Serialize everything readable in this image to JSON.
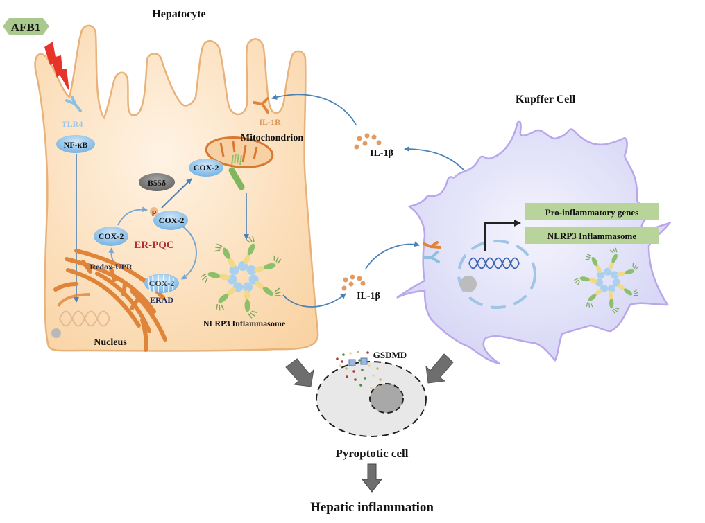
{
  "title_hepatocyte": "Hepatocyte",
  "title_kupffer": "Kupffer Cell",
  "afb1": "AFB1",
  "tlr4": "TLR4",
  "nfkb": "NF-κB",
  "il1r": "IL-1R",
  "mitochondrion": "Mitochondrion",
  "b55d": "B55δ",
  "cox2": "COX-2",
  "phospho": "p",
  "er_pqc": "ER-PQC",
  "redox_upr": "Redox-UPR",
  "erad": "ERAD",
  "nucleus": "Nucleus",
  "nlrp3_hep": "NLRP3 Inflammasome",
  "il1b_top": "IL-1β",
  "il1b_bottom": "IL-1β",
  "pro_genes": "Pro-inflammatory genes",
  "nlrp3_kup": "NLRP3 Inflammasome",
  "gsdmd": "GSDMD",
  "pyroptotic": "Pyroptotic cell",
  "hepatic_inflammation": "Hepatic inflammation",
  "colors": {
    "hepatocyte_fill": "#fbd9ae",
    "hepatocyte_stroke": "#e8b27a",
    "kupffer_fill": "#dcdcf6",
    "kupffer_stroke": "#b9a6ec",
    "protein_blue": "#8fc3ea",
    "arrow_blue": "#4a82b8",
    "er_orange": "#e0843a",
    "er_pqc_red": "#b1302b",
    "afb1_green": "#a9c98e",
    "gene_box_green": "#b9d49a",
    "b55_gray": "#7d7d7d",
    "tlr4_blue": "#8fc0e4",
    "il1r_orange": "#e0843a"
  }
}
